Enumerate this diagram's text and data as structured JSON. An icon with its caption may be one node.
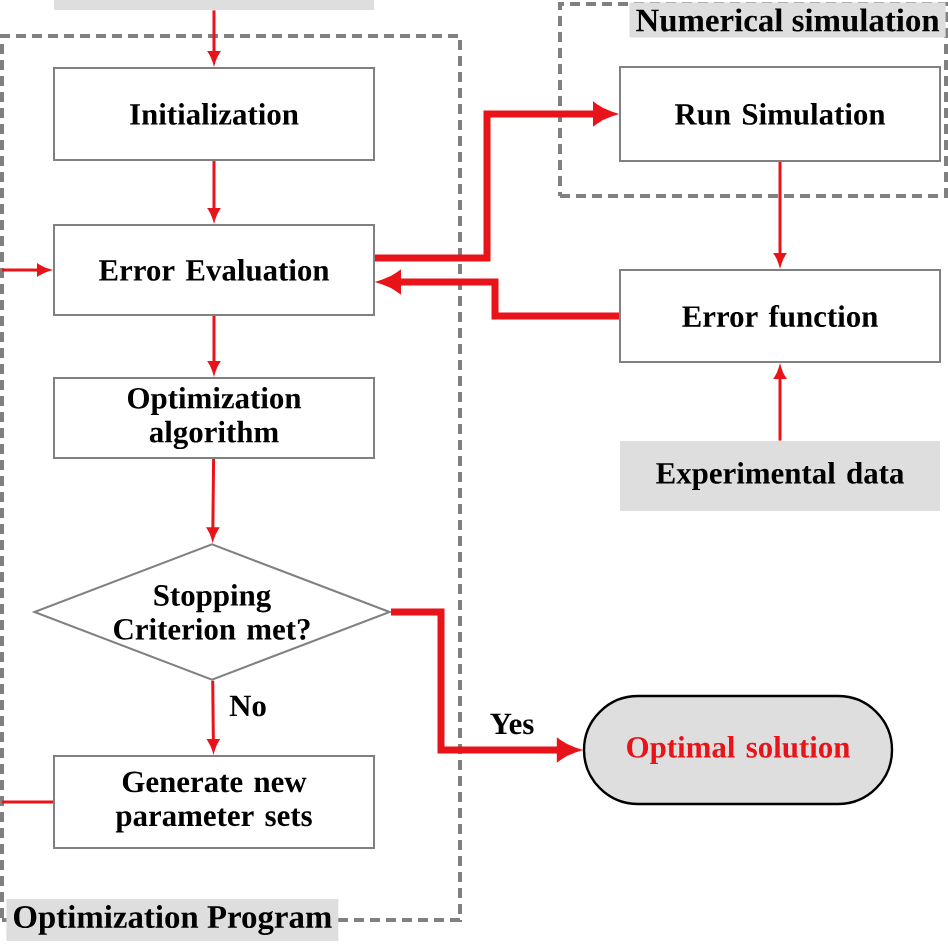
{
  "diagram": {
    "nodes": [
      {
        "text": [],
        "shape": "box"
      },
      {
        "text": [
          "Optimization Program"
        ]
      },
      {
        "text": [
          "Initialization"
        ],
        "in": 1
      },
      {
        "text": [
          "Error Evaluation"
        ],
        "in": 1
      },
      {
        "text": [
          "Optimization algorithm"
        ],
        "in": 1
      },
      {
        "text": [
          "Stopping Criterion met?"
        ],
        "in": 1
      },
      {
        "text": [
          "Generate new parameter sets"
        ],
        "in": 1
      },
      {
        "text": [
          "Numerical simulation"
        ]
      },
      {
        "text": [
          "Run Simulation"
        ],
        "in": 7
      },
      {
        "text": [
          "Error function"
        ]
      },
      {
        "text": [
          "Experimental data"
        ]
      },
      {
        "text": [
          "Optimal solution"
        ]
      }
    ],
    "edges": [
      {
        "from": 0,
        "to": 2,
        "arrow": "to"
      },
      {
        "from": 2,
        "to": 3,
        "arrow": "to"
      },
      {
        "from": 3,
        "to": 4,
        "arrow": "to"
      },
      {
        "from": 4,
        "to": 5,
        "arrow": "to"
      },
      {
        "from": 5,
        "to": 6,
        "arrow": "to",
        "label": "No"
      },
      {
        "from": 5,
        "to": 11,
        "arrow": "to",
        "label": "Yes",
        "style": "thick"
      },
      {
        "from": 3,
        "to": 8,
        "arrow": "to",
        "style": "thick"
      },
      {
        "from": 8,
        "to": 9,
        "arrow": "to"
      },
      {
        "from": 9,
        "to": 3,
        "arrow": "to",
        "style": "thick"
      },
      {
        "from": 10,
        "to": 9,
        "arrow": "to"
      },
      {
        "from": null,
        "to": 3,
        "arrow": "to"
      },
      {
        "from": 6,
        "to": null,
        "arrow": "none"
      }
    ]
  }
}
